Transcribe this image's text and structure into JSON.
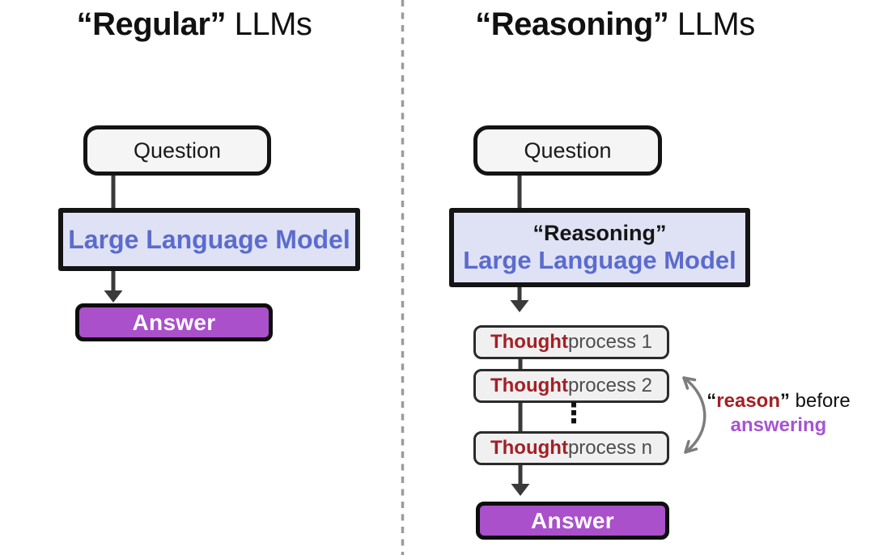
{
  "panels": {
    "left": {
      "title": {
        "emph": "“Regular”",
        "rest": " LLMs"
      },
      "question_label": "Question",
      "model_label": "Large Language Model",
      "answer_label": "Answer"
    },
    "right": {
      "title": {
        "emph": "“Reasoning”",
        "rest": " LLMs"
      },
      "question_label": "Question",
      "model_line1": "“Reasoning”",
      "model_line2": "Large Language Model",
      "thoughts": [
        {
          "emph": "Thought",
          "rest": " process 1"
        },
        {
          "emph": "Thought",
          "rest": " process 2"
        },
        {
          "emph": "Thought",
          "rest": " process n"
        }
      ],
      "ellipsis": "⋮",
      "answer_label": "Answer",
      "annotation": {
        "open_quote": "“",
        "emph": "reason",
        "close_quote": "”",
        "rest": " before",
        "line2": "answering"
      }
    }
  },
  "colors": {
    "model_box_fill": "#dfe2f4",
    "model_text": "#5b6bce",
    "answer_fill": "#a950ca",
    "thought_emphasis_red": "#a32025",
    "thought_text_gray": "#4d4d4d",
    "annotation_purple": "#a655d2",
    "connector_dark": "#3a3a3a",
    "divider_gray": "#9b9b9b",
    "curved_arrow_gray": "#7d7d7d",
    "box_border": "#141414"
  }
}
